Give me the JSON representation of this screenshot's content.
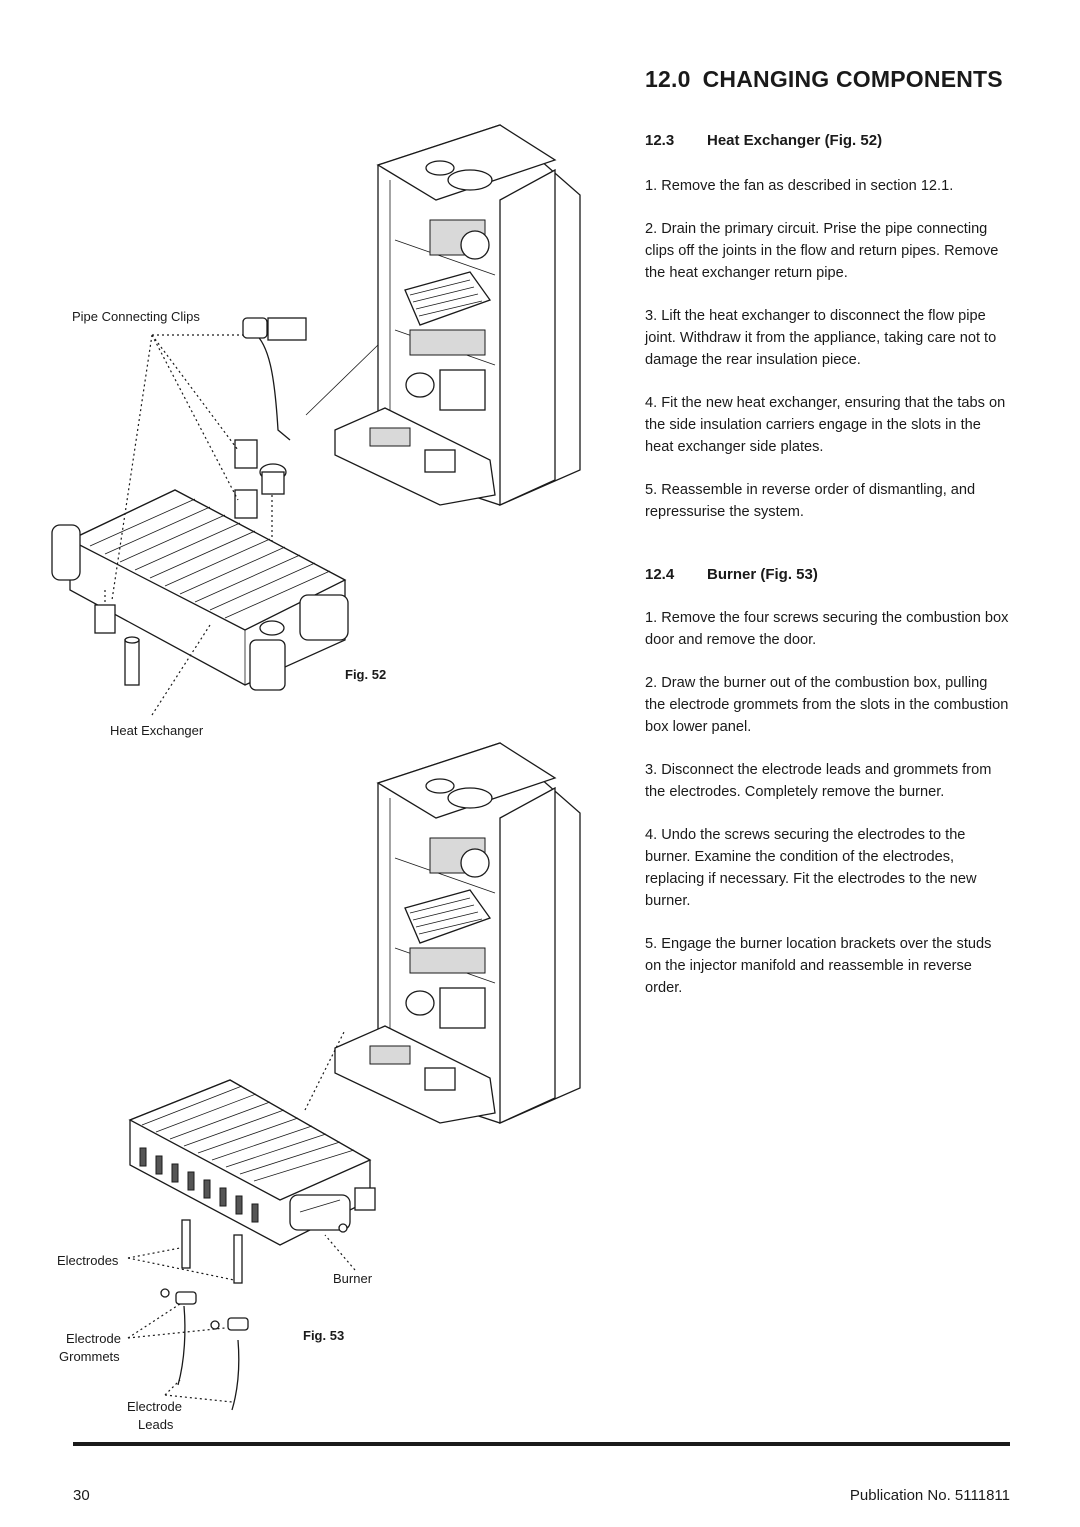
{
  "section": {
    "number": "12.0",
    "title": "CHANGING COMPONENTS"
  },
  "heat_exchanger": {
    "number": "12.3",
    "title": "Heat Exchanger",
    "figref": "(Fig. 52)",
    "steps": [
      "1. Remove the fan as described in section 12.1.",
      "2. Drain the primary circuit. Prise the pipe connecting clips off the joints in the flow and return pipes. Remove the heat exchanger return pipe.",
      "3. Lift the heat exchanger to disconnect the flow pipe joint. Withdraw it from the appliance, taking care not to damage the rear insulation piece.",
      "4. Fit the new heat exchanger, ensuring that the tabs on the side insulation carriers engage in the slots in the heat exchanger side plates.",
      "5. Reassemble in reverse order of dismantling, and repressurise the system."
    ]
  },
  "burner": {
    "number": "12.4",
    "title": "Burner",
    "figref": "(Fig. 53)",
    "steps": [
      "1. Remove the four screws securing the combustion box door and remove the door.",
      "2. Draw the burner out of the combustion box, pulling the electrode grommets from the slots in the combustion box lower panel.",
      "3. Disconnect the electrode leads and grommets from the electrodes. Completely remove the burner.",
      "4. Undo the screws securing the electrodes to the burner. Examine the condition of the electrodes, replacing if necessary. Fit the electrodes to the new burner.",
      "5. Engage the burner location brackets over the studs on the injector manifold and reassemble in reverse order."
    ]
  },
  "fig52": {
    "caption": "Fig. 52",
    "labels": {
      "clips": "Pipe Connecting Clips",
      "heat_exchanger": "Heat Exchanger"
    }
  },
  "fig53": {
    "caption": "Fig. 53",
    "labels": {
      "electrodes": "Electrodes",
      "burner": "Burner",
      "grommets_1": "Electrode",
      "grommets_2": "Grommets",
      "leads_1": "Electrode",
      "leads_2": "Leads"
    }
  },
  "footer": {
    "page": "30",
    "publication": "Publication No. 5111811"
  }
}
